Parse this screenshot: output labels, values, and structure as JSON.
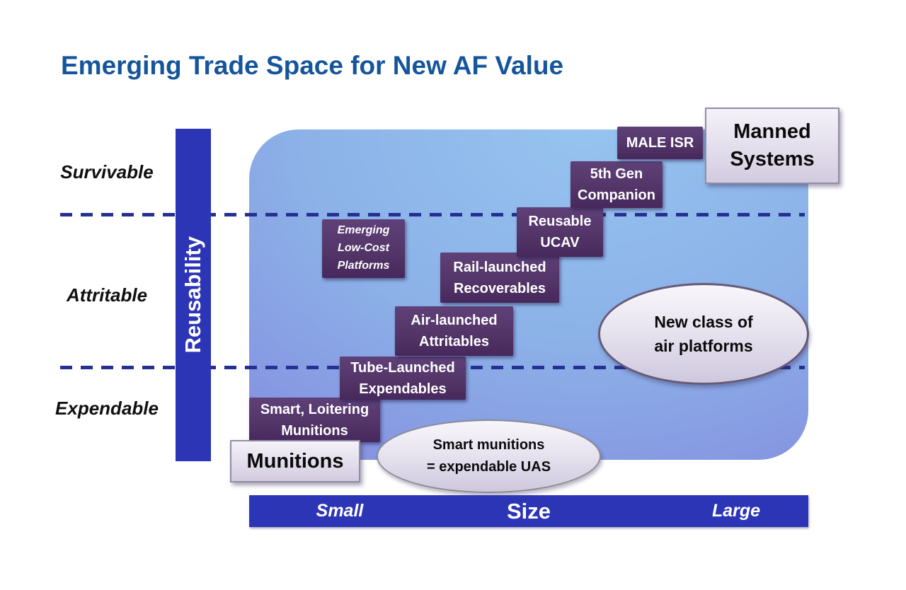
{
  "title": "Emerging Trade Space for New AF Value",
  "y_axis": {
    "label": "Reusability",
    "bar_color": "#2c35b5",
    "tiers": [
      {
        "label": "Survivable"
      },
      {
        "label": "Attritable"
      },
      {
        "label": "Expendable"
      }
    ]
  },
  "x_axis": {
    "label": "Size",
    "left_label": "Small",
    "right_label": "Large",
    "bar_color": "#2c35b5"
  },
  "platform_boxes": [
    {
      "id": "smart-loitering-munitions",
      "label": "Smart, Loitering\nMunitions"
    },
    {
      "id": "tube-launched-expendables",
      "label": "Tube-Launched\nExpendables"
    },
    {
      "id": "air-launched-attritables",
      "label": "Air-launched\nAttritables"
    },
    {
      "id": "emerging-low-cost-platforms",
      "label": "Emerging\nLow-Cost\nPlatforms"
    },
    {
      "id": "rail-launched-recoverables",
      "label": "Rail-launched\nRecoverables"
    },
    {
      "id": "reusable-ucav",
      "label": "Reusable\nUCAV"
    },
    {
      "id": "fifth-gen-companion",
      "label": "5th Gen\nCompanion"
    },
    {
      "id": "male-isr",
      "label": "MALE ISR"
    }
  ],
  "endpoint_boxes": {
    "manned_systems": "Manned\nSystems",
    "munitions": "Munitions"
  },
  "callouts": {
    "new_class": "New class of\nair platforms",
    "smart_munitions": "Smart munitions\n= expendable UAS"
  },
  "colors": {
    "title_blue": "#15559c",
    "axis_bar_blue": "#2c35b5",
    "dashed_line_navy": "#263093",
    "platform_box_purple_top": "#5f4179",
    "platform_box_purple_bottom": "#46285c",
    "background_light_blue": "#96c3ef",
    "background_periwinkle": "#8083dc",
    "endpoint_box_lavender": "#d2cbe0"
  }
}
